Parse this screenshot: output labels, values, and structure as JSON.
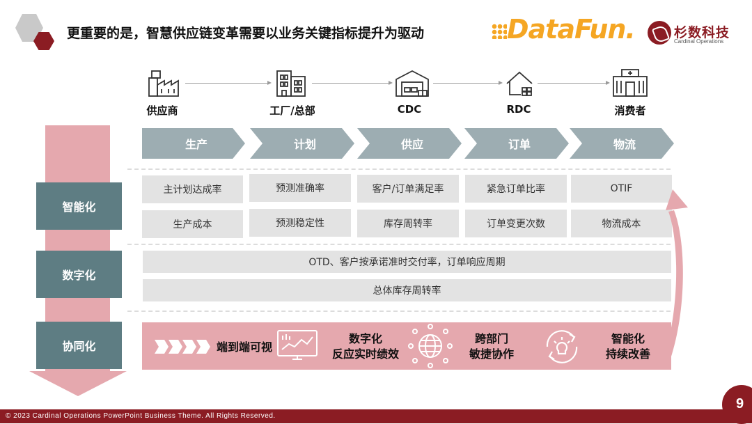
{
  "header": {
    "title": "更重要的是，智慧供应链变革需要以业务关键指标提升为驱动",
    "brand1": "DataFun.",
    "brand2_cn": "杉数科技",
    "brand2_en": "Cardinal Operations"
  },
  "chain": {
    "nodes": [
      "供应商",
      "工厂/总部",
      "CDC",
      "RDC",
      "消费者"
    ]
  },
  "stages": [
    "生产",
    "计划",
    "供应",
    "订单",
    "物流"
  ],
  "levels": [
    "智能化",
    "数字化",
    "协同化"
  ],
  "kpis": {
    "row1": [
      "主计划达成率",
      "预测准确率",
      "客户/订单满足率",
      "紧急订单比率",
      "OTIF"
    ],
    "row2": [
      "生产成本",
      "预测稳定性",
      "库存周转率",
      "订单变更次数",
      "物流成本"
    ]
  },
  "wide_kpis": [
    "OTD、客户按承诺准时交付率，订单响应周期",
    "总体库存周转率"
  ],
  "outcomes": {
    "o1": "端到端可视",
    "o2_l1": "数字化",
    "o2_l2": "反应实时绩效",
    "o3_l1": "跨部门",
    "o3_l2": "敏捷协作",
    "o4_l1": "智能化",
    "o4_l2": "持续改善"
  },
  "colors": {
    "brand_red": "#8b1c23",
    "teal": "#5e7d83",
    "chevron": "#9dadb2",
    "pink": "#e5a8ae",
    "kpi_bg": "#e3e3e3",
    "datafun_orange": "#f5a623"
  },
  "footer": {
    "text": "© 2023 Cardinal Operations PowerPoint Business Theme. All Rights Reserved.",
    "page": "9"
  }
}
